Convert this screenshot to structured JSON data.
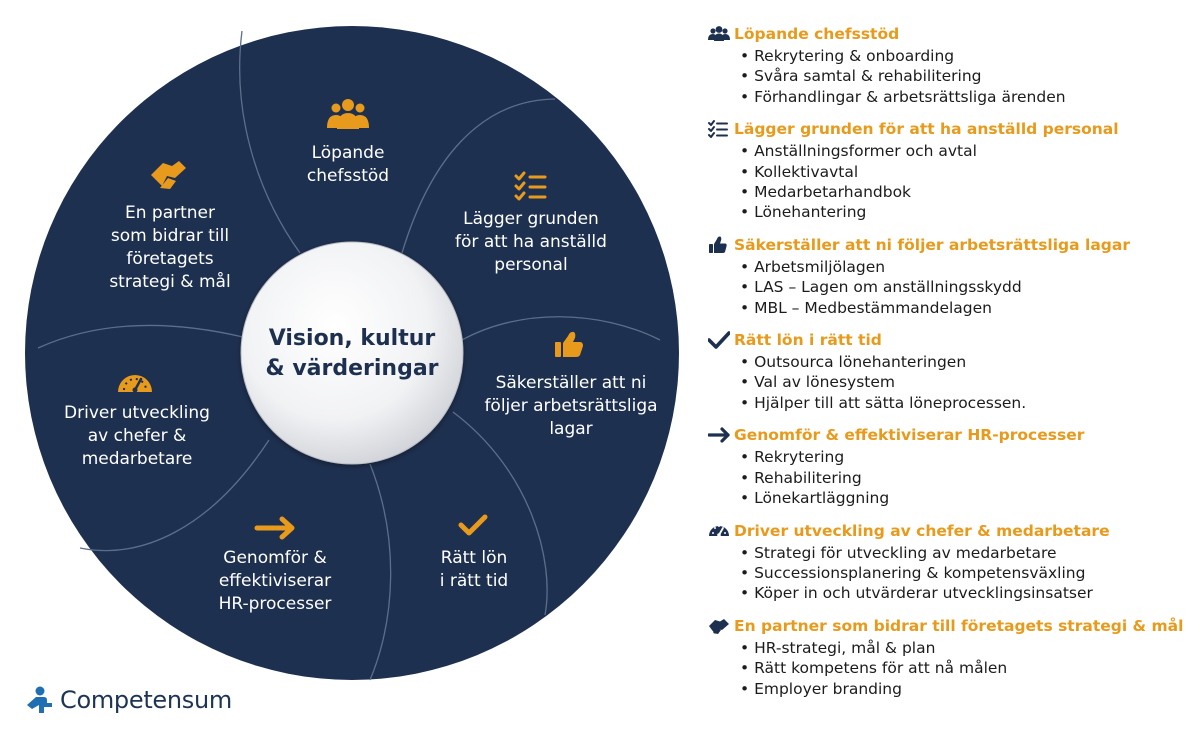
{
  "hub": {
    "line1": "Vision, kultur",
    "line2": "& värderingar"
  },
  "wheel_segments": [
    {
      "id": "chefsstod",
      "icon": "users-icon",
      "lines": [
        "Löpande",
        "chefsstöd"
      ]
    },
    {
      "id": "grunden",
      "icon": "checklist-icon",
      "lines": [
        "Lägger grunden",
        "för att ha anställd",
        "personal"
      ]
    },
    {
      "id": "lagar",
      "icon": "thumbs-up-icon",
      "lines": [
        "Säkerställer att ni",
        "följer arbetsrättsliga",
        "lagar"
      ]
    },
    {
      "id": "lon",
      "icon": "check-icon",
      "lines": [
        "Rätt lön",
        "i rätt tid"
      ]
    },
    {
      "id": "processer",
      "icon": "arrow-right-icon",
      "lines": [
        "Genomför &",
        "effektiviserar",
        "HR-processer"
      ]
    },
    {
      "id": "utveckling",
      "icon": "gauge-icon",
      "lines": [
        "Driver utveckling",
        "av chefer &",
        "medarbetare"
      ]
    },
    {
      "id": "partner",
      "icon": "handshake-icon",
      "lines": [
        "En partner",
        "som bidrar till",
        "företagets",
        "strategi & mål"
      ]
    }
  ],
  "sections": [
    {
      "icon": "users-icon",
      "title": "Löpande chefsstöd",
      "items": [
        "Rekrytering & onboarding",
        "Svåra samtal & rehabilitering",
        "Förhandlingar & arbetsrättsliga ärenden"
      ]
    },
    {
      "icon": "checklist-icon",
      "title": "Lägger grunden för att ha anställd personal",
      "items": [
        "Anställningsformer och avtal",
        "Kollektivavtal",
        "Medarbetarhandbok",
        "Lönehantering"
      ]
    },
    {
      "icon": "thumbs-up-icon",
      "title": "Säkerställer att ni följer arbetsrättsliga lagar",
      "items": [
        "Arbetsmiljölagen",
        "LAS – Lagen om anställningsskydd",
        "MBL – Medbestämmandelagen"
      ]
    },
    {
      "icon": "check-icon",
      "title": "Rätt lön i rätt tid",
      "items": [
        "Outsourca lönehanteringen",
        "Val av lönesystem",
        "Hjälper till att sätta löneprocessen."
      ]
    },
    {
      "icon": "arrow-right-icon",
      "title": "Genomför & effektiviserar HR-processer",
      "items": [
        "Rekrytering",
        "Rehabilitering",
        "Lönekartläggning"
      ]
    },
    {
      "icon": "gauge-icon",
      "title": "Driver utveckling av chefer & medarbetare",
      "items": [
        "Strategi för utveckling av medarbetare",
        "Successionsplanering & kompetensväxling",
        "Köper in och utvärderar utvecklingsinsatser"
      ]
    },
    {
      "icon": "handshake-icon",
      "title": "En partner som bidrar till företagets strategi & mål",
      "items": [
        "HR-strategi, mål & plan",
        "Rätt kompetens för att nå målen",
        "Employer branding"
      ]
    }
  ],
  "logo": {
    "text": "Competensum",
    "icon": "person-logo-icon"
  },
  "colors": {
    "wheel": "#1e3050",
    "accent": "#e89a1c",
    "divider": "#5c6e8a",
    "hub_edge": "#b9bdc4",
    "hub_text": "#1e3050",
    "logo_blue": "#1f6fb2",
    "text": "#1c1c1c"
  }
}
